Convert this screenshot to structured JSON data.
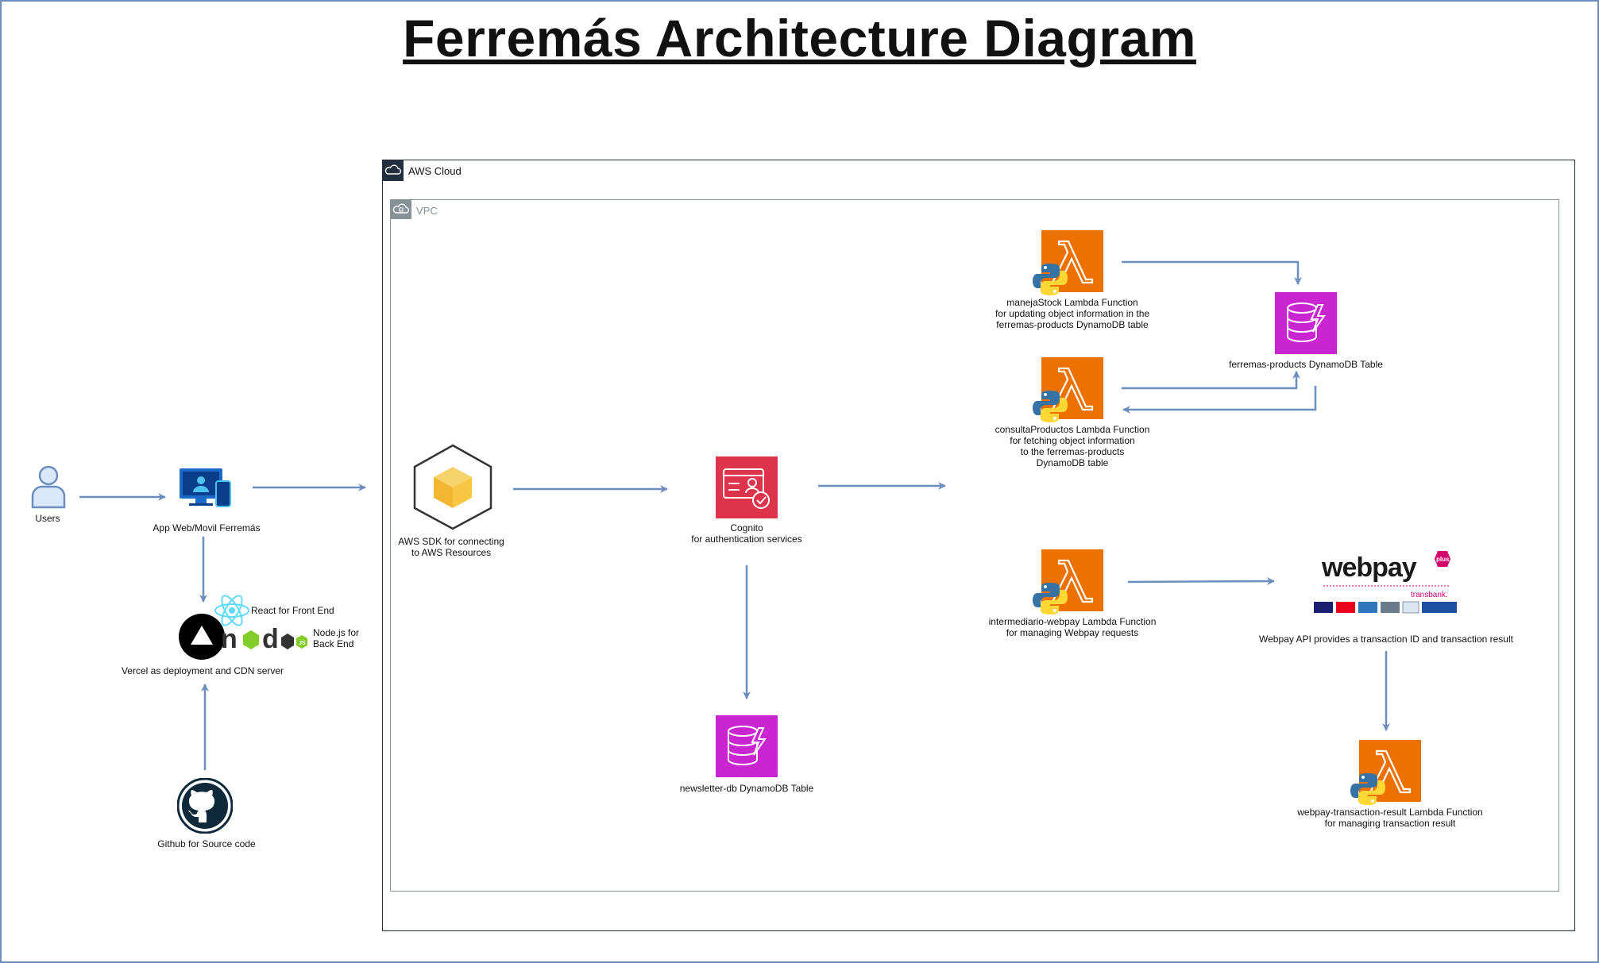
{
  "title": "Ferremás Architecture Diagram",
  "containers": {
    "aws_cloud": "AWS Cloud",
    "vpc": "VPC"
  },
  "nodes": {
    "users": "Users",
    "app": "App Web/Movil Ferremás",
    "react": "React for Front End",
    "nodejs": "Node.js for\nBack End",
    "vercel": "Vercel as deployment and CDN server",
    "github": "Github for Source code",
    "aws_sdk": "AWS SDK for connecting\nto AWS Resources",
    "cognito": "Cognito\nfor authentication services",
    "newsletter_db": "newsletter-db DynamoDB Table",
    "maneja_stock": "manejaStock Lambda Function\nfor updating object information in the\nferremas-products DynamoDB table",
    "consulta_productos": "consultaProductos Lambda Function\nfor fetching object information\nto the ferremas-products\nDynamoDB table",
    "products_db": "ferremas-products DynamoDB Table",
    "intermediario": "intermediario-webpay Lambda Function\nfor managing Webpay requests",
    "webpay": "Webpay API provides a transaction ID and transaction result",
    "webpay_result": "webpay-transaction-result Lambda Function\nfor managing transaction result"
  },
  "logos": {
    "webpay_word": "webpay",
    "webpay_plus": "plus",
    "transbank": "transbank."
  },
  "colors": {
    "edge": "#6c8ebf",
    "lambda": "#ed7100",
    "dynamodb": "#c925d1",
    "cognito": "#dd344c",
    "aws_cloud": "#232f3e",
    "vpc": "#879196",
    "sdk_cube": "#f7c744",
    "react": "#61dafb",
    "node_green": "#83cd29"
  },
  "icons": [
    "user-icon",
    "devices-icon",
    "react-icon",
    "vercel-icon",
    "nodejs-icon",
    "github-icon",
    "aws-sdk-icon",
    "cognito-icon",
    "lambda-icon",
    "dynamodb-icon",
    "python-icon",
    "webpay-logo"
  ]
}
